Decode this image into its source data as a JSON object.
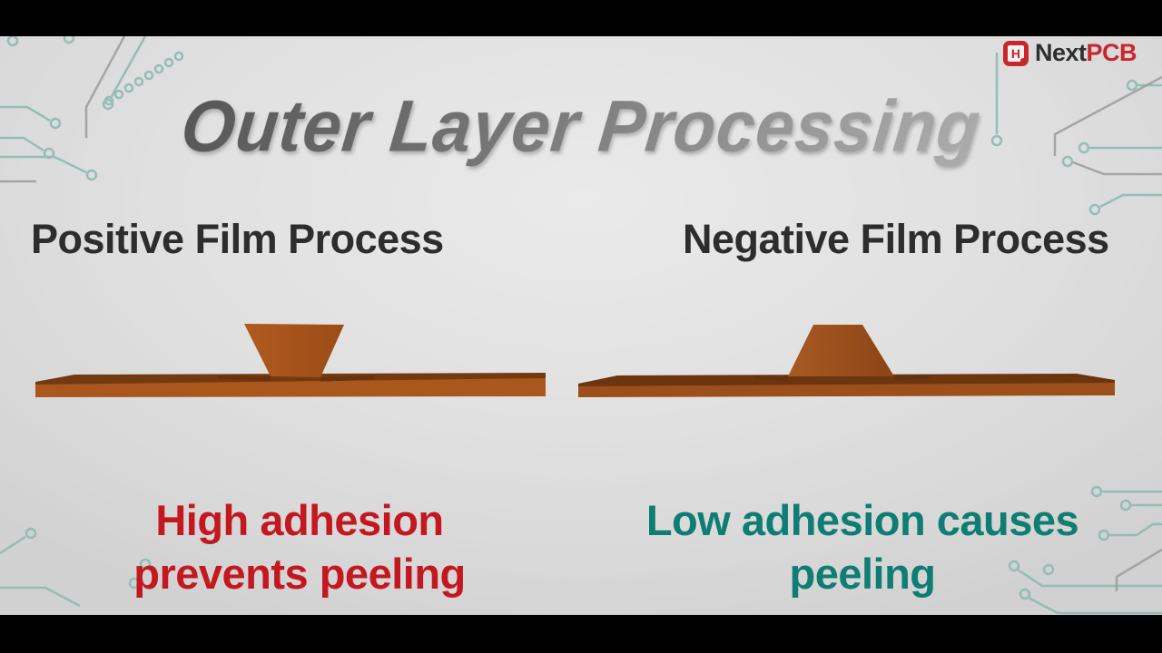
{
  "brand": {
    "icon_letter": "H",
    "name_dark": "Next",
    "name_accent": "PCB"
  },
  "title": {
    "text": "Outer Layer Processing"
  },
  "left_panel": {
    "heading": "Positive Film Process",
    "caption_line1": "High adhesion",
    "caption_line2": "prevents peeling"
  },
  "right_panel": {
    "heading": "Negative Film Process",
    "caption_line1": "Low adhesion causes",
    "caption_line2": "peeling"
  },
  "colors": {
    "caption_left_red": "#c3181f",
    "caption_right_teal": "#0e7d73",
    "heading_dark": "#2d2d2d",
    "copper_face_left": "#a9571d",
    "copper_face_right": "#9d4f1b",
    "copper_top_band": "#6f3a12",
    "trapezoid_left": "#ad581d",
    "trapezoid_right": "#99501e",
    "background_gray": "#d9d9d9",
    "trace_teal": "#8dbab3",
    "trace_gray": "#9b9b9b",
    "brand_red": "#c9262c",
    "title_gradient_dark": "#4e4e4e",
    "title_gradient_light": "#b9b9b9"
  }
}
